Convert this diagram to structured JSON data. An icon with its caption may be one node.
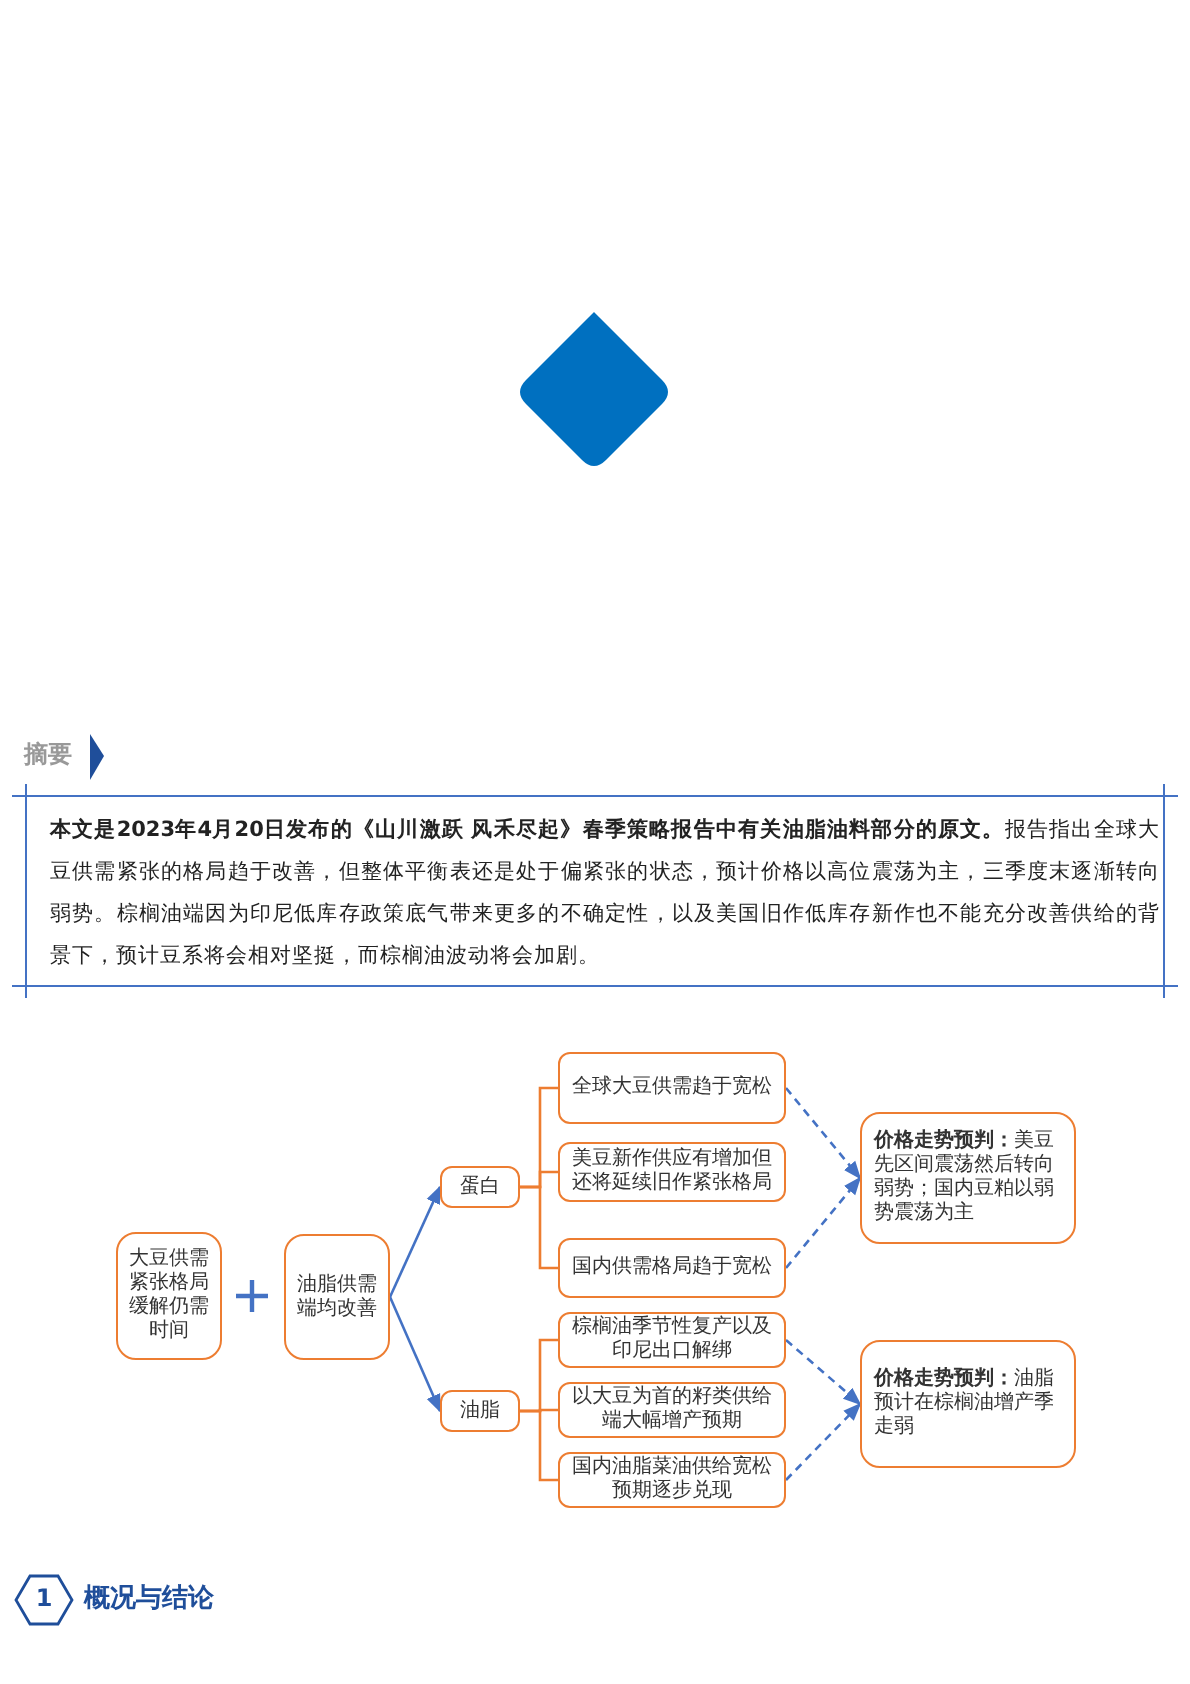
{
  "diagram": {
    "nodes": [
      {
        "text": [],
        "shape": "diamond"
      },
      {
        "text": [
          "大豆供需紧张格局缓解仍需时间"
        ]
      },
      {
        "text": [
          "油脂供需端均改善"
        ]
      },
      {
        "text": [
          "蛋白"
        ]
      },
      {
        "text": [
          "油脂"
        ]
      },
      {
        "text": [
          "全球大豆供需趋于宽松"
        ]
      },
      {
        "text": [
          "美豆新作供应有增加但还将延续旧作紧张格局"
        ]
      },
      {
        "text": [
          "国内供需格局趋于宽松"
        ]
      },
      {
        "text": [
          "棕榈油季节性复产以及印尼出口解绑"
        ]
      },
      {
        "text": [
          "以大豆为首的籽类供给端大幅增产预期"
        ]
      },
      {
        "text": [
          "国内油脂菜油供给宽松预期逐步兑现"
        ]
      },
      {
        "text": [
          "**价格走势预判：**美豆先区间震荡然后转向弱势；国内豆粕以弱势震荡为主"
        ]
      },
      {
        "text": [
          "**价格走势预判：**油脂预计在棕榈油增产季走弱"
        ]
      }
    ],
    "edges": [
      {
        "from": 2,
        "to": 3,
        "arrow": "to",
        "color": "#4472c4"
      },
      {
        "from": 2,
        "to": 4,
        "arrow": "to",
        "color": "#4472c4"
      },
      {
        "from": 3,
        "to": 5,
        "arrow": "none",
        "color": "#ed7d31"
      },
      {
        "from": 3,
        "to": 6,
        "arrow": "none",
        "color": "#ed7d31"
      },
      {
        "from": 3,
        "to": 7,
        "arrow": "none",
        "color": "#ed7d31"
      },
      {
        "from": 4,
        "to": 8,
        "arrow": "none",
        "color": "#ed7d31"
      },
      {
        "from": 4,
        "to": 9,
        "arrow": "none",
        "color": "#ed7d31"
      },
      {
        "from": 4,
        "to": 10,
        "arrow": "none",
        "color": "#ed7d31"
      },
      {
        "from": 5,
        "to": 11,
        "arrow": "to",
        "style": "dashed",
        "color": "#4472c4"
      },
      {
        "from": 7,
        "to": 11,
        "arrow": "to",
        "style": "dashed",
        "color": "#4472c4"
      },
      {
        "from": 8,
        "to": 12,
        "arrow": "to",
        "style": "dashed",
        "color": "#4472c4"
      },
      {
        "from": 10,
        "to": 12,
        "arrow": "to",
        "style": "dashed",
        "color": "#4472c4"
      }
    ],
    "labels": [
      "摘要",
      "**本文是2023年4月20日发布的《山川激跃 风禾尽起》春季策略报告中有关油脂油料部分的原文。**报告指出全球大豆供需紧张的格局趋于改善，但整体平衡表还是处于偏紧张的状态，预计价格以高位震荡为主，三季度末逐渐转向弱势。棕榈油端因为印尼低库存政策底气带来更多的不确定性，以及美国旧作低库存新作也不能充分改善供给的背景下，预计豆系将会相对坚挺，而棕榈油波动将会加剧。",
      "1",
      "概况与结论"
    ]
  }
}
